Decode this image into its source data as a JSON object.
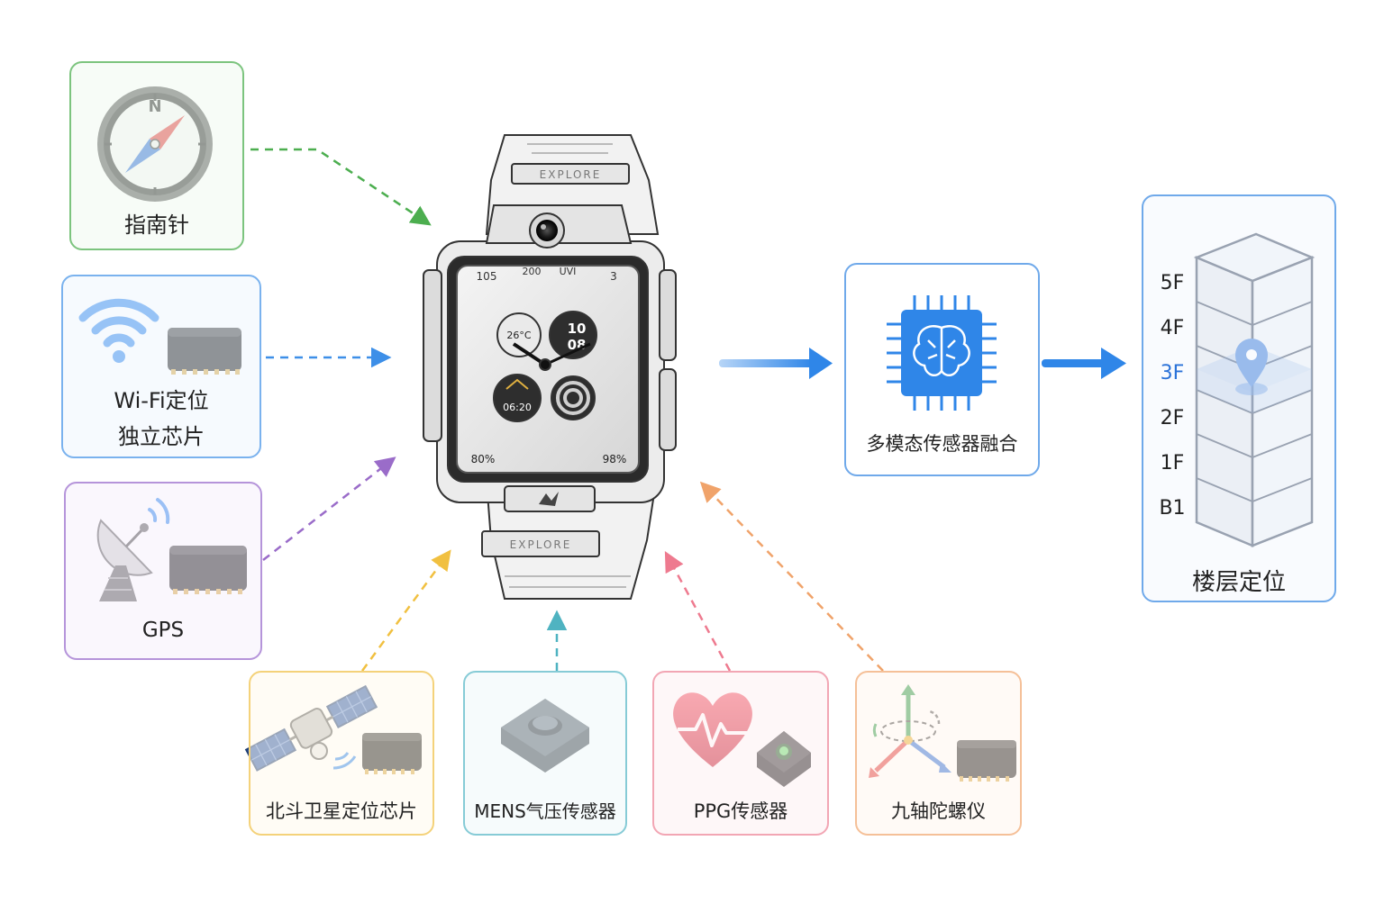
{
  "sensors": {
    "compass": {
      "label": "指南针",
      "icon": "compass-icon",
      "color": "#4cae4f",
      "bg": "#f1f9f1"
    },
    "wifi": {
      "label_line1": "Wi-Fi定位",
      "label_line2": "独立芯片",
      "icon": "wifi-icon",
      "color": "#3d8fe8",
      "bg": "#eef5fd"
    },
    "gps": {
      "label": "GPS",
      "icon": "satellite-dish-icon",
      "color": "#9a6cc9",
      "bg": "#f6f1fb"
    },
    "beidou": {
      "label": "北斗卫星定位芯片",
      "icon": "satellite-icon",
      "color": "#f1c040",
      "bg": "#fffaec"
    },
    "mems": {
      "label": "MENS气压传感器",
      "icon": "pressure-sensor-icon",
      "color": "#4fb3c1",
      "bg": "#eef8fa"
    },
    "ppg": {
      "label": "PPG传感器",
      "icon": "heart-rate-icon",
      "color": "#ee7a8f",
      "bg": "#fdf1f3"
    },
    "gyro": {
      "label": "九轴陀螺仪",
      "icon": "gyroscope-axes-icon",
      "color": "#f0a36a",
      "bg": "#fff5ee"
    }
  },
  "watch": {
    "top_band_text": "EXPLORE",
    "bottom_band_text": "EXPLORE",
    "ring_labels": [
      "105",
      "200",
      "UVI",
      "3"
    ],
    "temperature": "26°C",
    "time_hour": "10",
    "time_minute": "08",
    "sunrise": "06:20",
    "battery_left": "80%",
    "battery_right": "98%"
  },
  "fusion": {
    "label": "多模态传感器融合",
    "icon": "ai-chip-icon",
    "color": "#2f86e8"
  },
  "floor": {
    "label": "楼层定位",
    "levels": [
      "5F",
      "4F",
      "3F",
      "2F",
      "1F",
      "B1"
    ],
    "active_level": "3F",
    "active_color": "#2a72d8",
    "icon": "location-pin-icon"
  },
  "arrow_color": "#2f86e8"
}
